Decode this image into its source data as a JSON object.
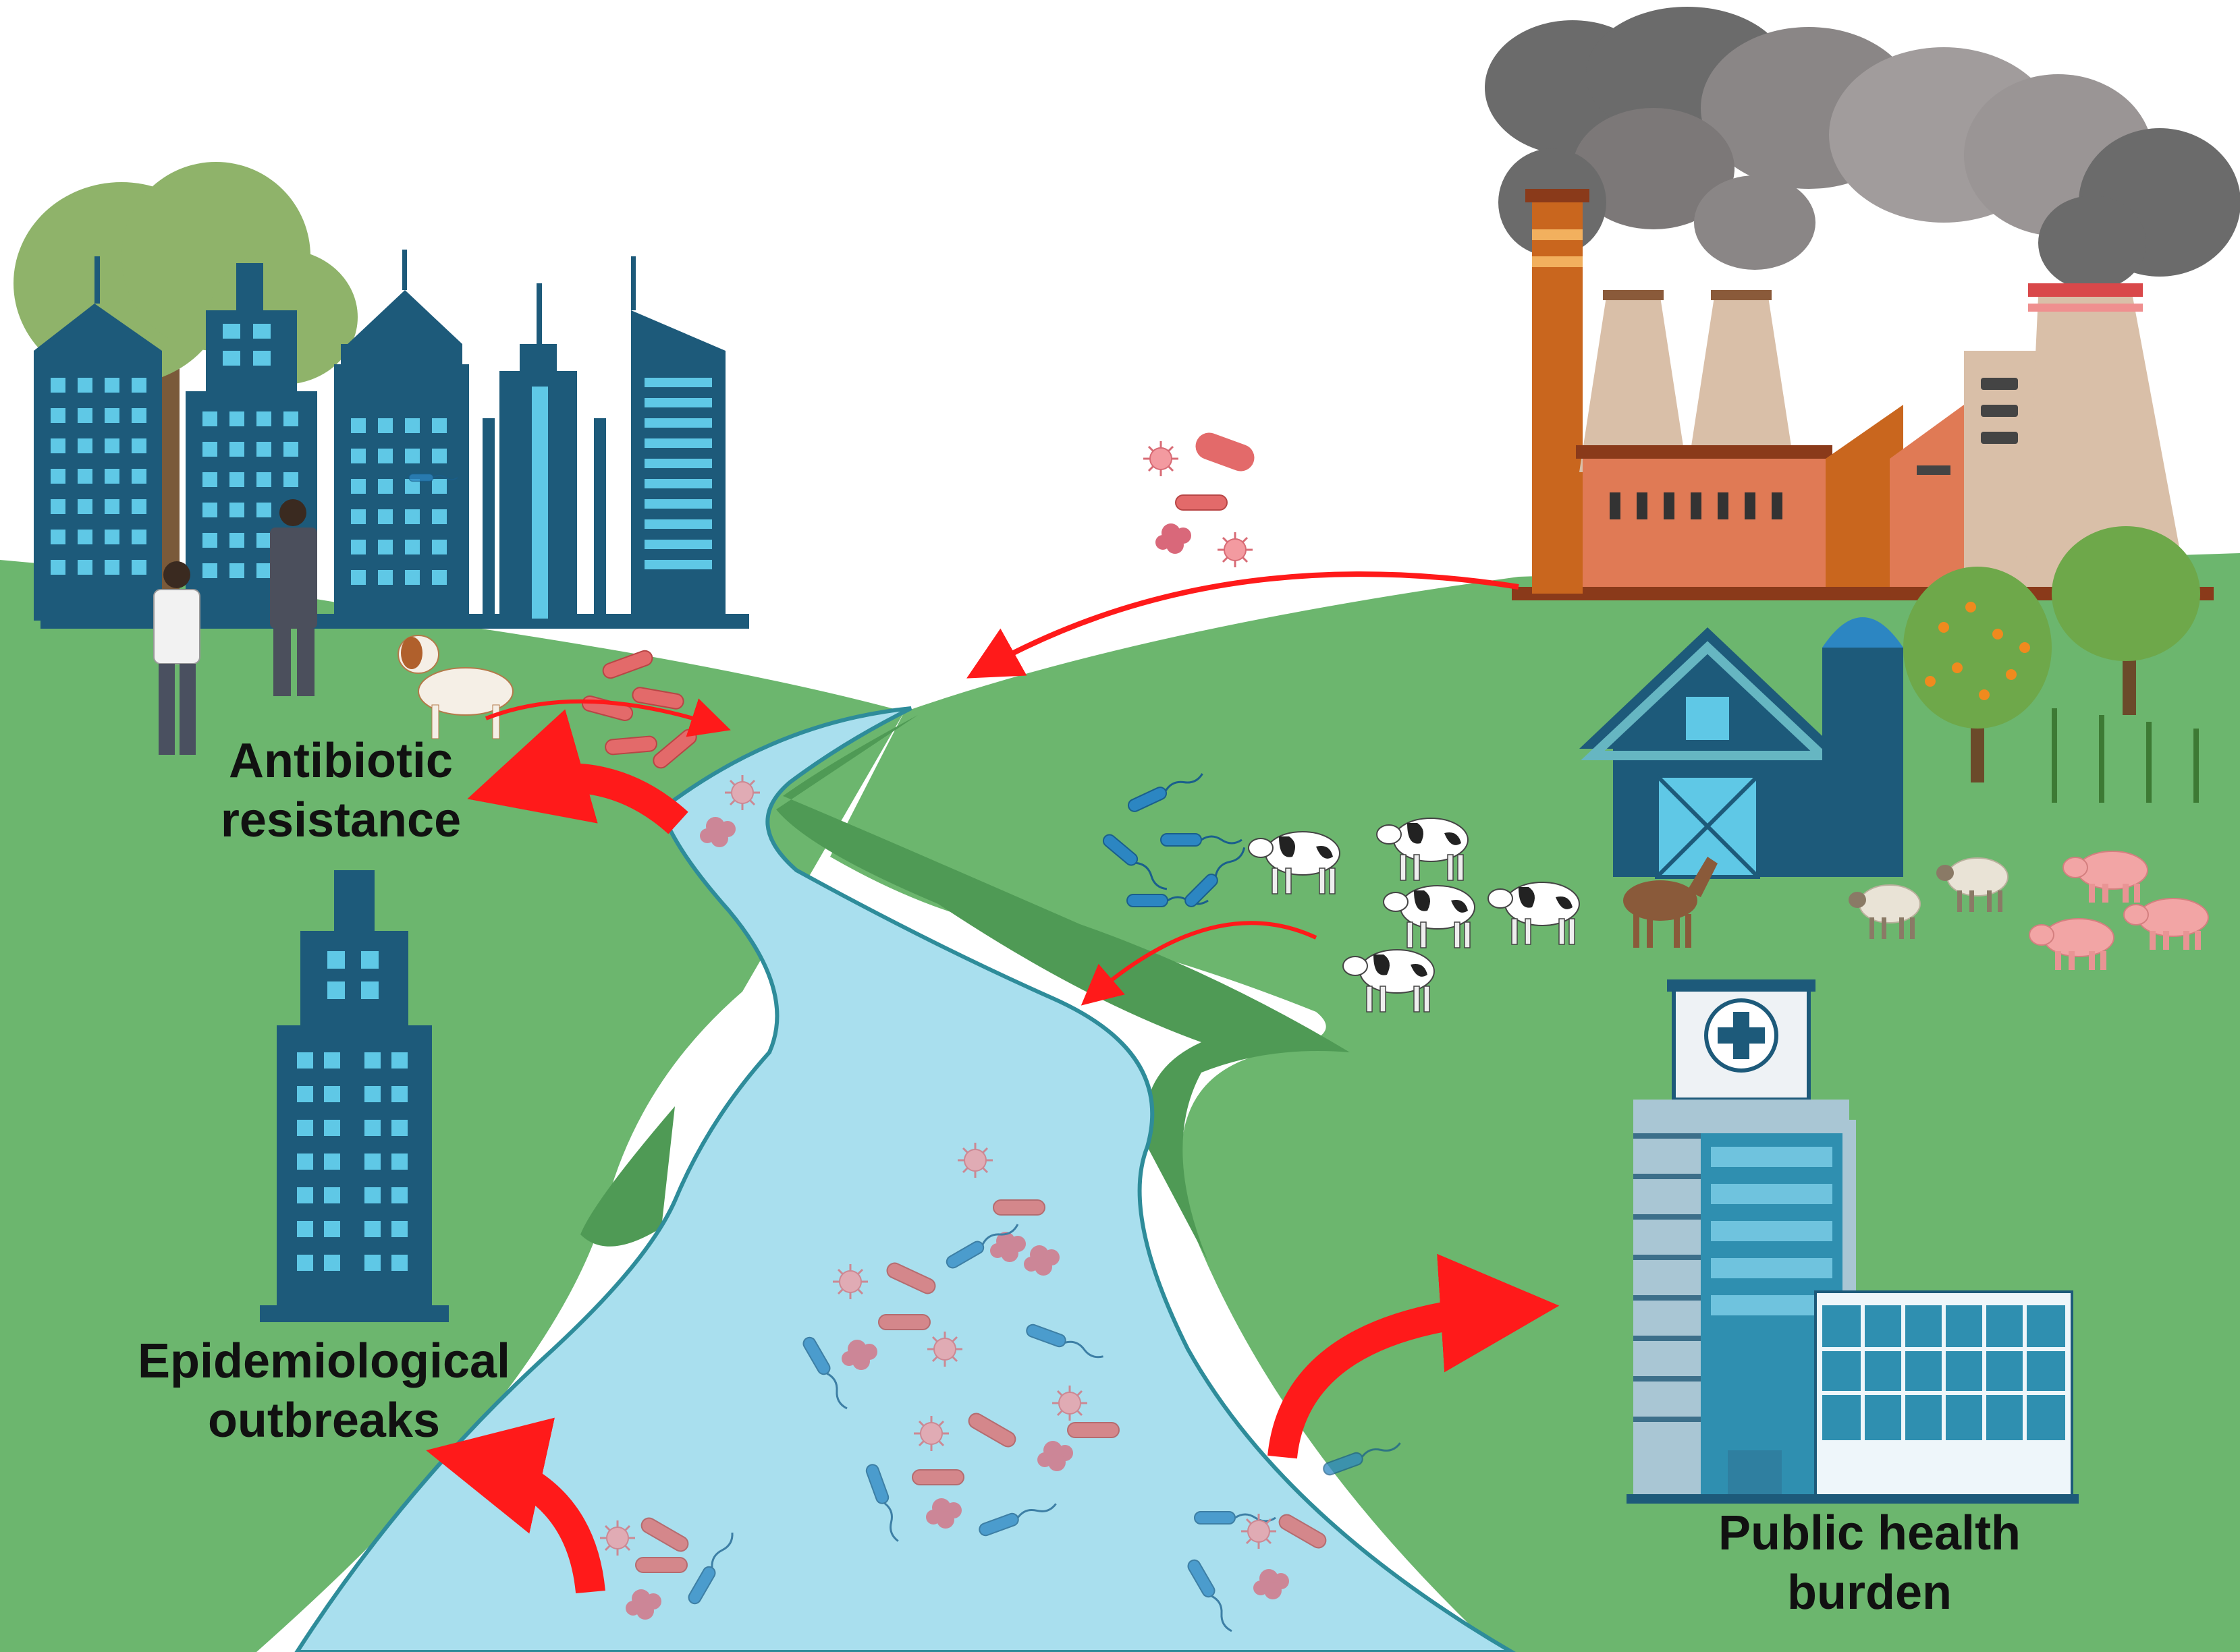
{
  "labels": {
    "antibiotic_resistance": [
      "Antibiotic",
      "resistance"
    ],
    "epidemiological_outbreaks": [
      "Epidemiological",
      "outbreaks"
    ],
    "public_health_burden": [
      "Public health",
      "burden"
    ]
  },
  "colors": {
    "land": "#6cb66e",
    "land_shadow": "#4f9a55",
    "river": "#a9dfee",
    "river_edge": "#2e8c9a",
    "building": "#1d5a7a",
    "window": "#5fc8e6",
    "arrow": "#ff1a1a",
    "smoke": "#6b6b6b",
    "factory_brick": "#e07a55",
    "chimney": "#c9661e",
    "tower": "#d9bfa8",
    "hospital": "#2f8fb0",
    "microbe_red": "#e36a6a",
    "microbe_blue": "#2c86c2"
  },
  "icons": [
    "city-skyline-icon",
    "person-icon",
    "dog-icon",
    "factory-icon",
    "smoke-cloud-icon",
    "barn-icon",
    "silo-icon",
    "cow-icon",
    "horse-icon",
    "sheep-icon",
    "pig-icon",
    "fruit-tree-icon",
    "hospital-icon",
    "bacteria-icon",
    "virus-icon",
    "curved-arrow-icon"
  ]
}
